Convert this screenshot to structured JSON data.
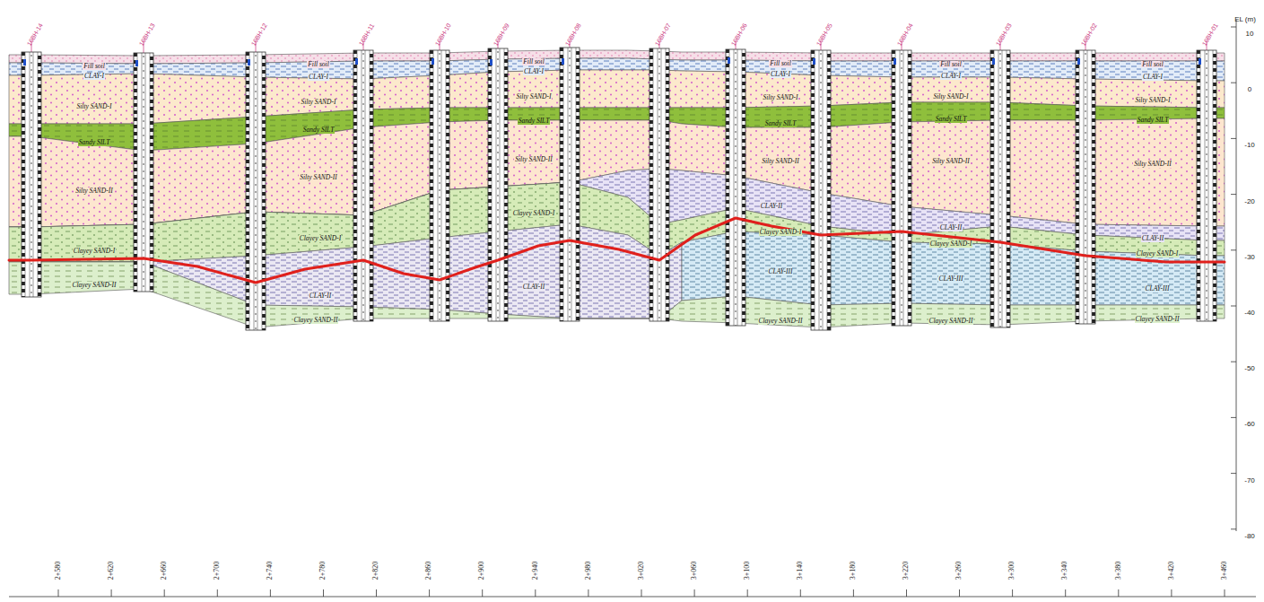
{
  "diagram": {
    "nodes": [
      {
        "text": [
          "Fill soil",
          "Fill soil",
          "Fill soil",
          "Fill soil",
          "Fill soil",
          "Fill soil"
        ]
      },
      {
        "text": [
          "CLAY-I",
          "CLAY-I",
          "CLAY-I",
          "CLAY-I",
          "CLAY-I",
          "CLAY-I"
        ]
      },
      {
        "text": [
          "Silty SAND-I",
          "Silty SAND-I",
          "Silty SAND-I",
          "Silty SAND-I",
          "Silty SAND-I",
          "Silty SAND-I"
        ]
      },
      {
        "text": [
          "Sandy SILT",
          "Sandy SILT",
          "Sandy SILT",
          "Sandy SILT",
          "Sandy SILT",
          "Sandy SILT"
        ]
      },
      {
        "text": [
          "Silty SAND-II",
          "Silty SAND-II",
          "Silty SAND-II",
          "Silty SAND-II",
          "Silty SAND-II",
          "Silty SAND-II"
        ]
      },
      {
        "text": [
          "CLAY-II",
          "CLAY-II",
          "CLAY-II"
        ]
      },
      {
        "text": [
          "Clayey SAND-I",
          "Clayey SAND-I",
          "Clayey SAND-I",
          "Clayey SAND-I",
          "Clayey SAND-I",
          "Clayey SAND-I"
        ]
      },
      {
        "text": [
          "CLAY-II",
          "CLAY-II"
        ]
      },
      {
        "text": [
          "CLAY-III",
          "CLAY-III",
          "CLAY-III"
        ]
      },
      {
        "text": [
          "Clayey SAND-II",
          "Clayey SAND-II",
          "Clayey SAND-II",
          "Clayey SAND-II",
          "Clayey SAND-II"
        ]
      }
    ],
    "labels": [
      "16BH-14",
      "16BH-13",
      "16BH-12",
      "16BH-11",
      "16BH-10",
      "16BH-09",
      "16BH-08",
      "16BH-07",
      "16BH-06",
      "16BH-05",
      "16BH-04",
      "16BH-03",
      "16BH-02",
      "16BH-01",
      "EL (m)",
      "10",
      "0",
      "-10",
      "-20",
      "-30",
      "-40",
      "-50",
      "-60",
      "-70",
      "-80",
      "2+580",
      "2+620",
      "2+660",
      "2+700",
      "2+740",
      "2+780",
      "2+820",
      "2+860",
      "2+900",
      "2+940",
      "2+980",
      "3+020",
      "3+060",
      "3+100",
      "3+140",
      "3+180",
      "3+220",
      "3+260",
      "3+300",
      "3+340",
      "3+380",
      "3+420",
      "3+460"
    ]
  }
}
